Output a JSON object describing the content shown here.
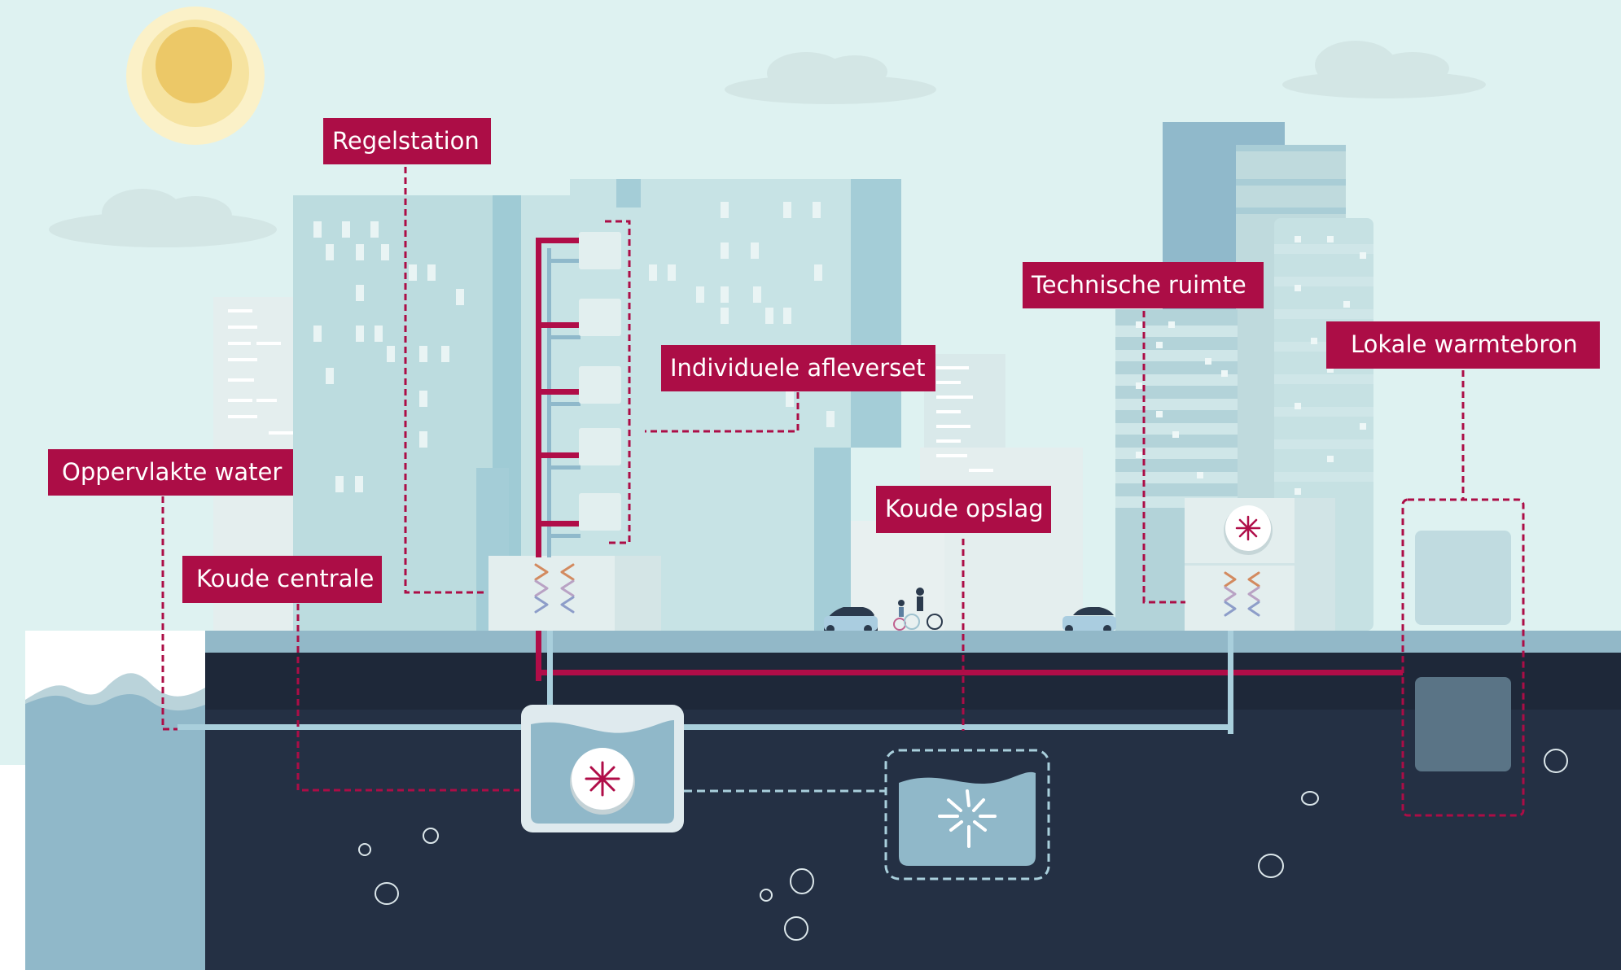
{
  "labels": {
    "regelstation": "Regelstation",
    "individuele_afleverset": "Individuele afleverset",
    "technische_ruimte": "Technische ruimte",
    "lokale_warmtebron": "Lokale warmtebron",
    "oppervlakte_water": "Oppervlakte water",
    "koude_centrale": "Koude centrale",
    "koude_opslag": "Koude opslag"
  },
  "colors": {
    "label_bg": "#ac0d46",
    "sky": "#def2f1",
    "ground_dark": "#243044",
    "pipe_red": "#b00d48",
    "pipe_light": "#a9cfdc"
  },
  "icons": [
    "sun-icon",
    "cloud-icon",
    "snowflake-icon",
    "heat-exchanger-icon",
    "car-icon",
    "cyclist-icon",
    "cold-storage-icon"
  ]
}
